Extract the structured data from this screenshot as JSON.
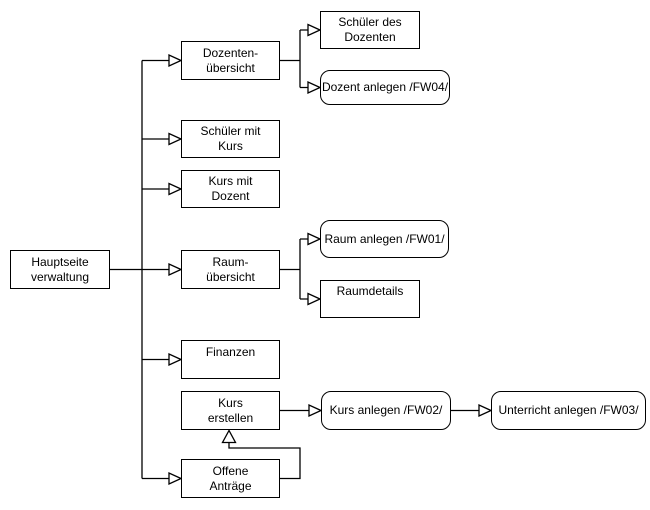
{
  "diagram": {
    "background_color": "#ffffff",
    "node_fill_color": "#ffffff",
    "stroke_color": "#000000",
    "text_color": "#000000",
    "nodes": {
      "hauptseite": {
        "lines": [
          "Hauptseite",
          "verwaltung"
        ],
        "shape": "rect"
      },
      "dozenten_uebersicht": {
        "lines": [
          "Dozenten-",
          "übersicht"
        ],
        "shape": "rect"
      },
      "schueler_des_dozenten": {
        "lines": [
          "Schüler des",
          "Dozenten"
        ],
        "shape": "rect"
      },
      "dozent_anlegen": {
        "lines": [
          "Dozent anlegen /FW04/"
        ],
        "shape": "rounded"
      },
      "schueler_mit_kurs": {
        "lines": [
          "Schüler mit",
          "Kurs"
        ],
        "shape": "rect"
      },
      "kurs_mit_dozent": {
        "lines": [
          "Kurs mit",
          "Dozent"
        ],
        "shape": "rect"
      },
      "raum_uebersicht": {
        "lines": [
          "Raum-",
          "übersicht"
        ],
        "shape": "rect"
      },
      "raum_anlegen": {
        "lines": [
          "Raum anlegen /FW01/"
        ],
        "shape": "rounded"
      },
      "raumdetails": {
        "lines": [
          "Raumdetails",
          ""
        ],
        "shape": "rect"
      },
      "finanzen": {
        "lines": [
          "Finanzen",
          ""
        ],
        "shape": "rect"
      },
      "kurs_erstellen": {
        "lines": [
          "Kurs",
          "erstellen"
        ],
        "shape": "rect"
      },
      "kurs_anlegen": {
        "lines": [
          "Kurs anlegen /FW02/"
        ],
        "shape": "rounded"
      },
      "unterricht_anlegen": {
        "lines": [
          "Unterricht anlegen /FW03/"
        ],
        "shape": "rounded"
      },
      "offene_antraege": {
        "lines": [
          "Offene",
          "Anträge"
        ],
        "shape": "rect"
      }
    },
    "edges": [
      {
        "from": "hauptseite",
        "to": "dozenten_uebersicht",
        "arrow": "open-triangle"
      },
      {
        "from": "hauptseite",
        "to": "schueler_mit_kurs",
        "arrow": "open-triangle"
      },
      {
        "from": "hauptseite",
        "to": "kurs_mit_dozent",
        "arrow": "open-triangle"
      },
      {
        "from": "hauptseite",
        "to": "raum_uebersicht",
        "arrow": "open-triangle"
      },
      {
        "from": "hauptseite",
        "to": "finanzen",
        "arrow": "open-triangle"
      },
      {
        "from": "hauptseite",
        "to": "offene_antraege",
        "arrow": "open-triangle"
      },
      {
        "from": "dozenten_uebersicht",
        "to": "schueler_des_dozenten",
        "arrow": "open-triangle"
      },
      {
        "from": "dozenten_uebersicht",
        "to": "dozent_anlegen",
        "arrow": "open-triangle"
      },
      {
        "from": "raum_uebersicht",
        "to": "raum_anlegen",
        "arrow": "open-triangle"
      },
      {
        "from": "raum_uebersicht",
        "to": "raumdetails",
        "arrow": "open-triangle"
      },
      {
        "from": "kurs_erstellen",
        "to": "kurs_anlegen",
        "arrow": "open-triangle"
      },
      {
        "from": "kurs_anlegen",
        "to": "unterricht_anlegen",
        "arrow": "open-triangle"
      },
      {
        "from": "offene_antraege",
        "to": "kurs_erstellen",
        "arrow": "open-triangle"
      }
    ]
  }
}
